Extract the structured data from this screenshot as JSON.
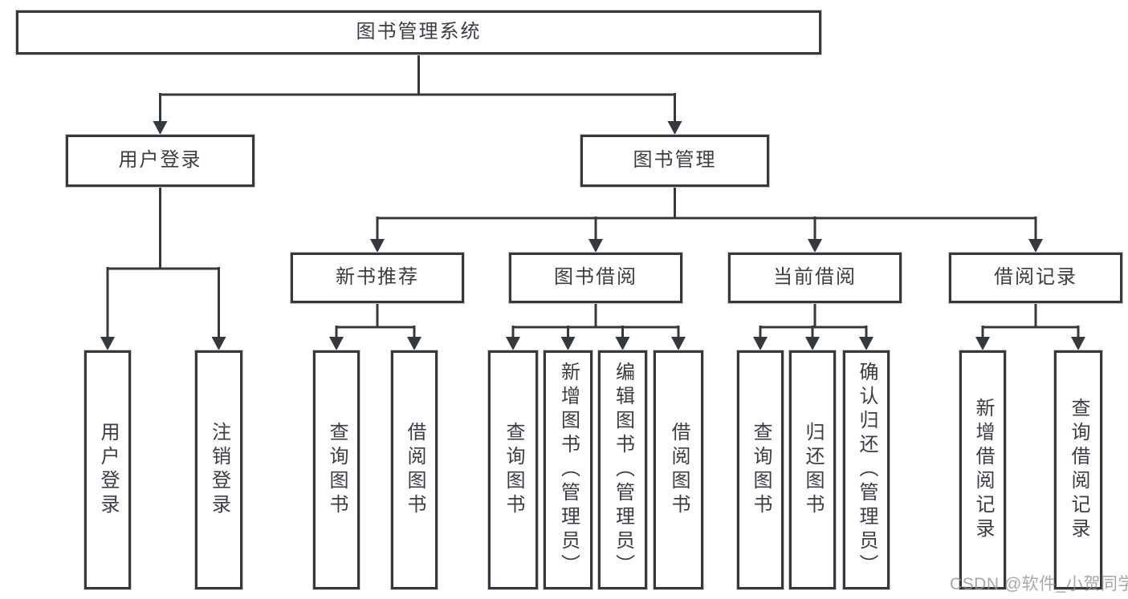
{
  "diagram_title": "图书管理系统",
  "tree": {
    "label": "图书管理系统",
    "children": [
      {
        "label": "用户登录",
        "children": [
          {
            "label": "用户登录"
          },
          {
            "label": "注销登录"
          }
        ]
      },
      {
        "label": "图书管理",
        "children": [
          {
            "label": "新书推荐",
            "children": [
              {
                "label": "查询图书"
              },
              {
                "label": "借阅图书"
              }
            ]
          },
          {
            "label": "图书借阅",
            "children": [
              {
                "label": "查询图书"
              },
              {
                "label": "新增图书（管理员）"
              },
              {
                "label": "编辑图书（管理员）"
              },
              {
                "label": "借阅图书"
              }
            ]
          },
          {
            "label": "当前借阅",
            "children": [
              {
                "label": "查询图书"
              },
              {
                "label": "归还图书"
              },
              {
                "label": "确认归还（管理员）"
              }
            ]
          },
          {
            "label": "借阅记录",
            "children": [
              {
                "label": "新增借阅记录"
              },
              {
                "label": "查询借阅记录"
              }
            ]
          }
        ]
      }
    ]
  },
  "watermark": {
    "text": "CSDN @软件_小贺同学"
  },
  "colors": {
    "background": "#ffffff",
    "line": "#35383c",
    "text": "#3a3d42",
    "watermark": "#919191"
  }
}
